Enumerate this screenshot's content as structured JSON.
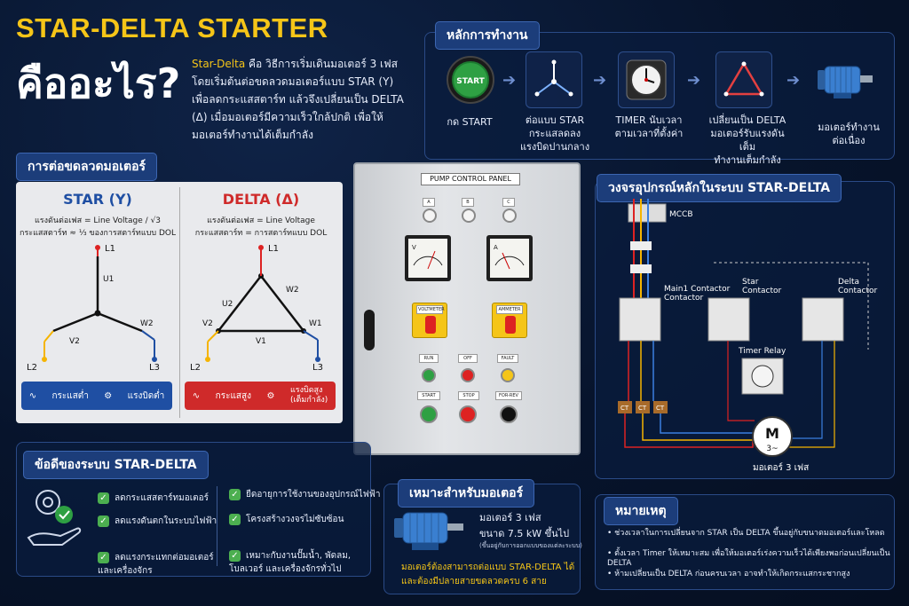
{
  "title_main": "STAR-DELTA STARTER",
  "title_sub": "คืออะไร?",
  "intro": {
    "highlight": "Star-Delta",
    "text": " คือ วิธีการเริ่มเดินมอเตอร์ 3 เฟส โดยเริ่มต้นต่อขดลวดมอเตอร์แบบ STAR (Y) เพื่อลดกระแสสตาร์ท แล้วจึงเปลี่ยนเป็น DELTA (Δ) เมื่อมอเตอร์มีความเร็วใกล้ปกติ เพื่อให้มอเตอร์ทำงานได้เต็มกำลัง"
  },
  "principle": {
    "heading": "หลักการทำงาน",
    "start_button_text": "START",
    "steps": [
      {
        "label": "กด START",
        "icon": "start-button-icon"
      },
      {
        "label": "ต่อแบบ STAR\nกระแสลดลง\nแรงบิดปานกลาง",
        "icon": "star-connection-icon"
      },
      {
        "label": "TIMER นับเวลา\nตามเวลาที่ตั้งค่า",
        "icon": "timer-clock-icon"
      },
      {
        "label": "เปลี่ยนเป็น DELTA\nมอเตอร์รับแรงดันเต็ม\nทำงานเต็มกำลัง",
        "icon": "delta-connection-icon"
      },
      {
        "label": "มอเตอร์ทำงาน\nต่อเนื่อง",
        "icon": "motor-icon"
      }
    ]
  },
  "connection": {
    "heading": "การต่อขดลวดมอเตอร์",
    "star": {
      "title": "STAR (Y)",
      "line1": "แรงดันต่อเฟส = Line Voltage / √3",
      "line2": "กระแสสตาร์ท ≈ ⅓ ของการสตาร์ทแบบ DOL",
      "terminals": {
        "l1": "L1",
        "u1": "U1",
        "v2": "V2",
        "w2": "W2",
        "l2": "L2",
        "l3": "L3"
      },
      "btn_current": "กระแสต่ำ",
      "btn_torque": "แรงบิดต่ำ",
      "color": "#1f4fa3"
    },
    "delta": {
      "title": "DELTA (Δ)",
      "line1": "แรงดันต่อเฟส = Line Voltage",
      "line2": "กระแสสตาร์ท = การสตาร์ทแบบ DOL",
      "terminals": {
        "l1": "L1",
        "u2": "U2",
        "w2": "W2",
        "v2": "V2",
        "w1": "W1",
        "v1": "V1",
        "l2": "L2",
        "l3": "L3"
      },
      "btn_current": "กระแสสูง",
      "btn_torque": "แรงบิดสูง\n(เต็มกำลัง)",
      "color": "#cf2a2a"
    }
  },
  "control_panel": {
    "title": "PUMP CONTROL PANEL",
    "phase_labels": [
      "A",
      "B",
      "C"
    ],
    "voltmeter_letter": "V",
    "ammeter_letter": "A",
    "voltmeter_label": "VOLTMETER",
    "ammeter_label": "AMMETER",
    "lamp_labels": [
      "RUN",
      "OFF",
      "FAULT"
    ],
    "button_labels": [
      "START",
      "STOP",
      "FOR-REV"
    ]
  },
  "circuit": {
    "heading": "วงจรอุปกรณ์หลักในระบบ STAR-DELTA",
    "mccb": "MCCB",
    "main_contactor": "Main1\nContactor",
    "star_contactor": "Star\nContactor",
    "delta_contactor": "Delta\nContactor",
    "timer_relay": "Timer Relay",
    "ct_label": "CT",
    "motor_symbol": "M",
    "motor_phase": "3~",
    "motor_caption": "มอเตอร์ 3 เฟส"
  },
  "advantages": {
    "heading": "ข้อดีของระบบ STAR-DELTA",
    "left_items": [
      "ลดกระแสสตาร์ทมอเตอร์",
      "ลดแรงดันตกในระบบไฟฟ้า",
      "ลดแรงกระแทกต่อมอเตอร์\nและเครื่องจักร"
    ],
    "right_items": [
      "ยืดอายุการใช้งานของอุปกรณ์ไฟฟ้า",
      "โครงสร้างวงจรไม่ซับซ้อน",
      "เหมาะกับงานปั๊มน้ำ, พัดลม,\nโบลเวอร์ และเครื่องจักรทั่วไป"
    ]
  },
  "suitable": {
    "heading": "เหมาะสำหรับมอเตอร์",
    "line1": "มอเตอร์ 3 เฟส",
    "line2": "ขนาด 7.5 kW ขึ้นไป",
    "line3": "(ขึ้นอยู่กับการออกแบบของแต่ละระบบ)",
    "note": "มอเตอร์ต้องสามารถต่อแบบ STAR-DELTA ได้\nและต้องมีปลายสายขดลวดครบ 6 สาย"
  },
  "notes": {
    "heading": "หมายเหตุ",
    "items": [
      "ช่วงเวลาในการเปลี่ยนจาก STAR เป็น DELTA ขึ้นอยู่กับขนาดมอเตอร์และโหลด",
      "ตั้งเวลา Timer ให้เหมาะสม เพื่อให้มอเตอร์เร่งความเร็วได้เพียงพอก่อนเปลี่ยนเป็น DELTA",
      "ห้ามเปลี่ยนเป็น DELTA ก่อนครบเวลา อาจทำให้เกิดกระแสกระชากสูง"
    ]
  },
  "colors": {
    "accent_yellow": "#f5c518",
    "background": "#07142c",
    "star_blue": "#1f4fa3",
    "delta_red": "#cf2a2a"
  }
}
